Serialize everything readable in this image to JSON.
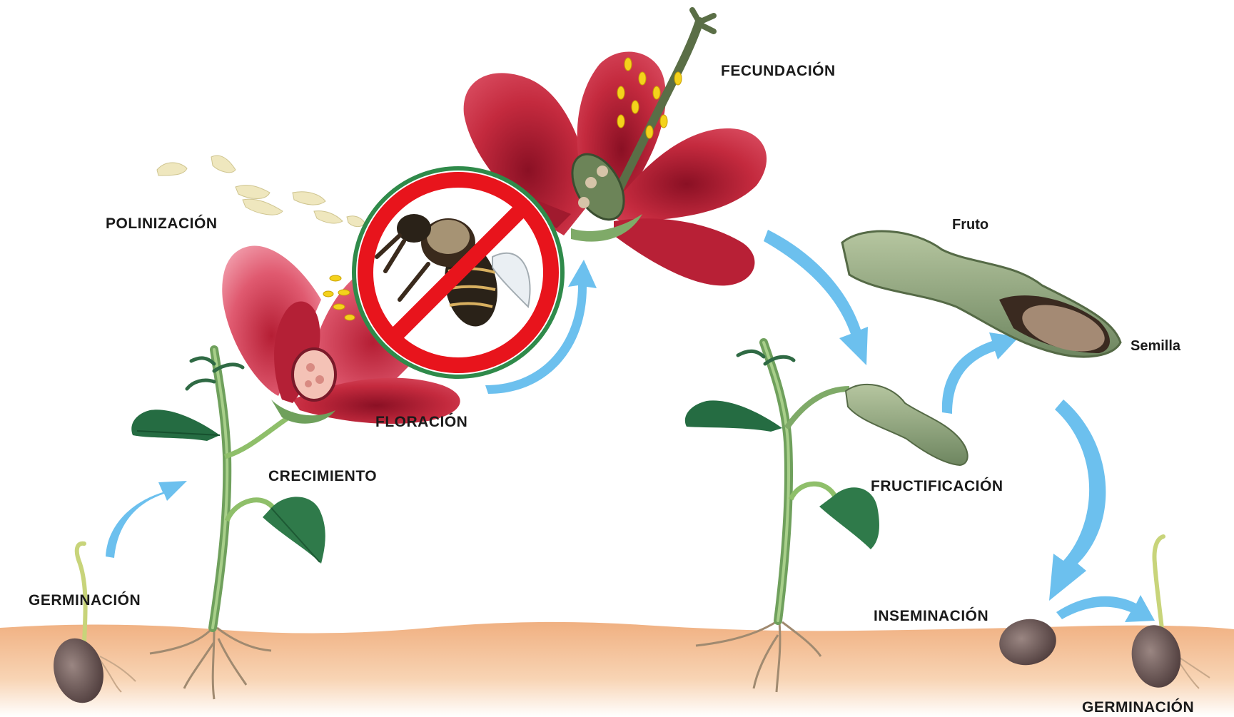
{
  "stages": {
    "germinacion_1": "GERMINACIÓN",
    "crecimiento": "CRECIMIENTO",
    "floracion": "FLORACIÓN",
    "polinizacion": "POLINIZACIÓN",
    "fecundacion": "FECUNDACIÓN",
    "fructificacion": "FRUCTIFICACIÓN",
    "inseminacion": "INSEMINACIÓN",
    "germinacion_2": "GERMINACIÓN"
  },
  "parts": {
    "fruto": "Fruto",
    "semilla": "Semilla"
  },
  "colors": {
    "soil": "#f2b88a",
    "arrow": "#6cc0ee",
    "petal": "#c0283c",
    "petal_light": "#e45a72",
    "stem": "#7faa68",
    "leaf": "#2f7a4a",
    "pod": "#9fb48a",
    "seed": "#5e4a4a",
    "prohibition_red": "#e8141c",
    "prohibition_ring": "#2f8a4a"
  },
  "icons": {
    "prohibition": "no-bee-icon"
  }
}
